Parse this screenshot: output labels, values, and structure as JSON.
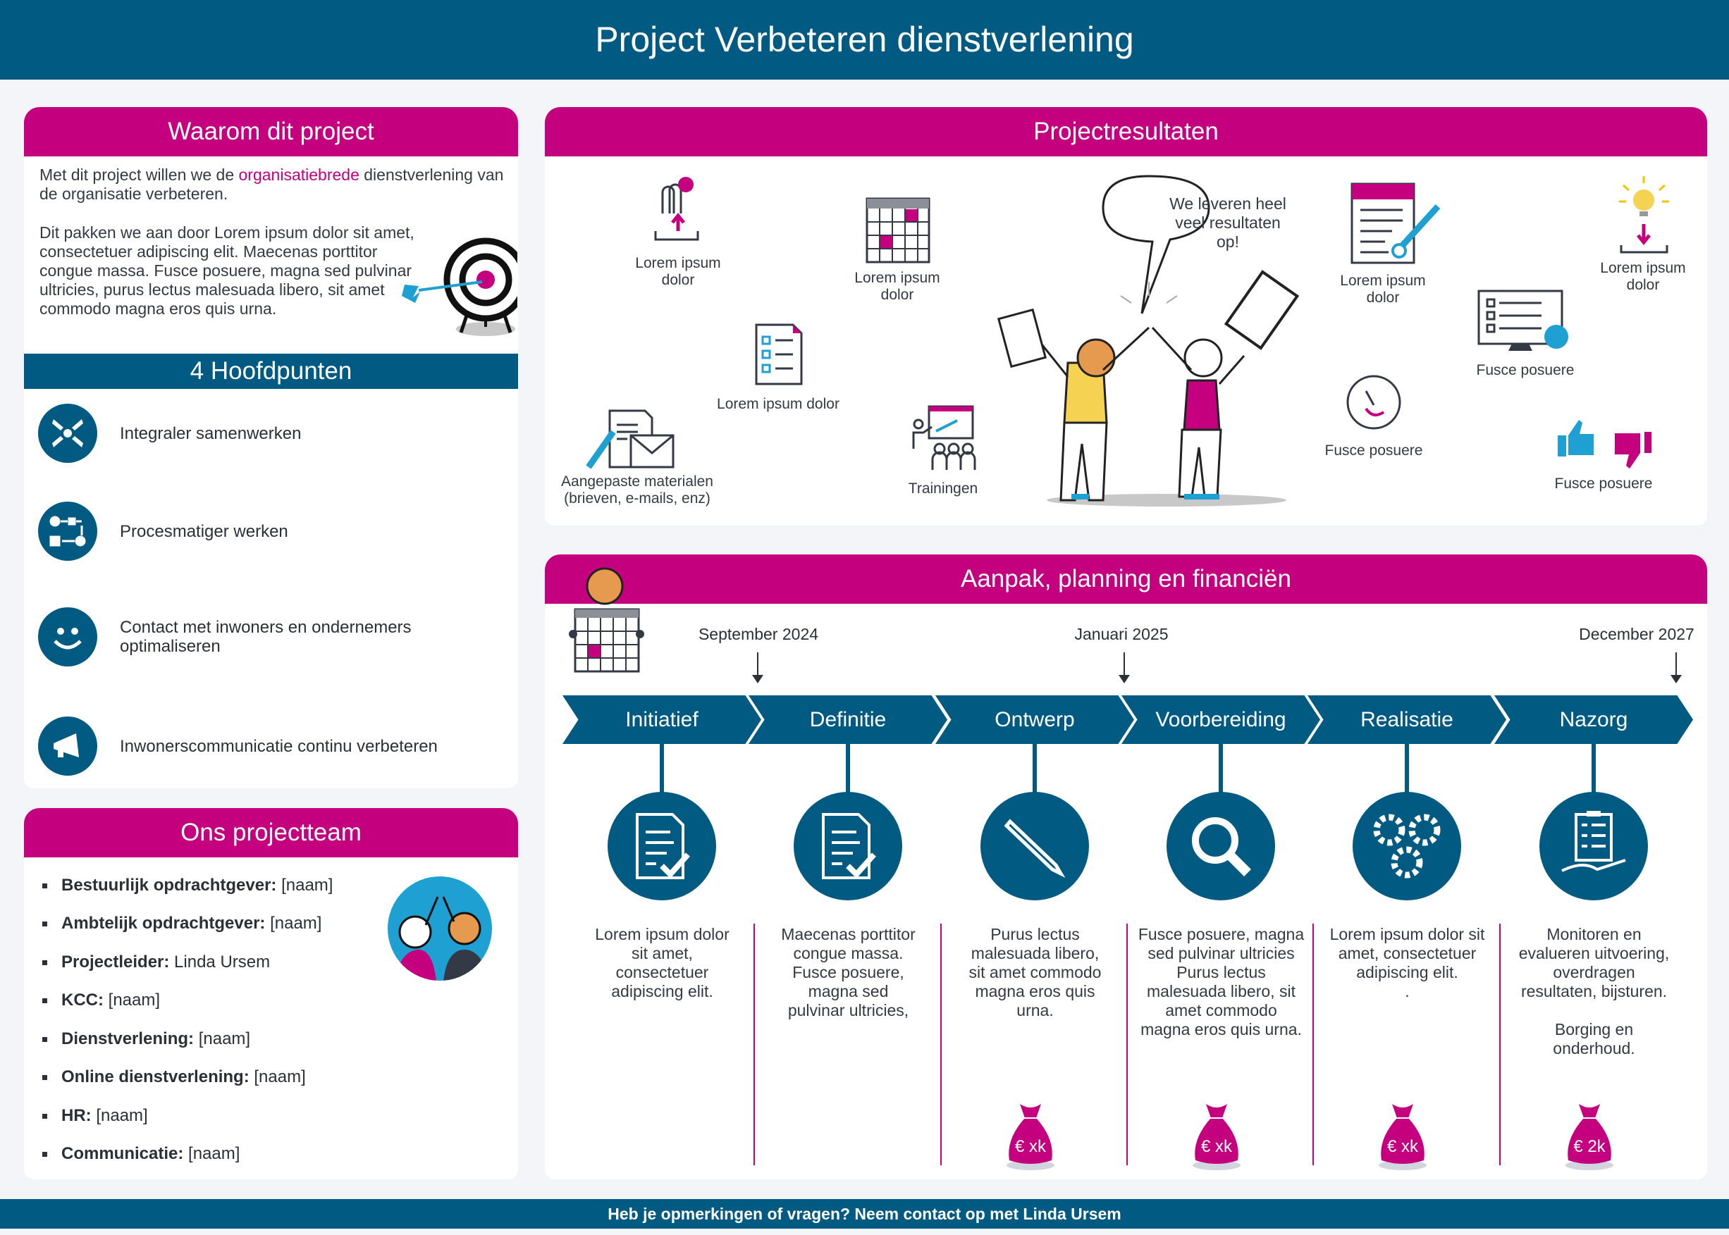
{
  "title": "Project Verbeteren dienstverlening",
  "colors": {
    "primary": "#005a82",
    "accent": "#c4007f",
    "light_blue": "#1ea0d2",
    "yellow": "#f5d251"
  },
  "waarom": {
    "title": "Waarom dit project",
    "intro_before": "Met dit project willen we de ",
    "intro_highlight": "organisatiebrede",
    "intro_after": " dienstverlening van de organisatie verbeteren.",
    "body": "Dit pakken we aan door Lorem ipsum dolor sit amet, consectetuer adipiscing elit. Maecenas porttitor congue massa. Fusce posuere, magna sed pulvinar ultricies, purus lectus malesuada libero, sit amet commodo magna eros quis urna."
  },
  "hoofdpunten": {
    "title": "4 Hoofdpunten",
    "items": [
      {
        "label": "Integraler samenwerken",
        "icon": "hands-icon"
      },
      {
        "label": "Procesmatiger werken",
        "icon": "process-icon"
      },
      {
        "label": "Contact met inwoners en ondernemers optimaliseren",
        "icon": "smiley-icon"
      },
      {
        "label": "Inwonerscommunicatie continu verbeteren",
        "icon": "megaphone-icon"
      }
    ]
  },
  "team": {
    "title": "Ons projectteam",
    "members": [
      {
        "role": "Bestuurlijk opdrachtgever:",
        "name": " [naam]"
      },
      {
        "role": "Ambtelijk opdrachtgever:",
        "name": " [naam]"
      },
      {
        "role": "Projectleider:",
        "name": " Linda Ursem"
      },
      {
        "role": "KCC:",
        "name": " [naam]"
      },
      {
        "role": "Dienstverlening:",
        "name": " [naam]"
      },
      {
        "role": "Online dienstverlening:",
        "name": " [naam]"
      },
      {
        "role": "HR:",
        "name": " [naam]"
      },
      {
        "role": "Communicatie:",
        "name": " [naam]"
      }
    ]
  },
  "resultaten": {
    "title": "Projectresultaten",
    "speech": "We leveren heel veel resultaten op!",
    "items": [
      {
        "label": "Lorem ipsum\ndolor",
        "icon": "people-upload-icon"
      },
      {
        "label": "Lorem ipsum\ndolor",
        "icon": "calendar-icon"
      },
      {
        "label": "Lorem ipsum dolor",
        "icon": "checklist-document-icon"
      },
      {
        "label": "Aangepaste materialen\n(brieven, e-mails, enz)",
        "icon": "materials-icon"
      },
      {
        "label": "Trainingen",
        "icon": "training-icon"
      },
      {
        "label": "Lorem ipsum\ndolor",
        "icon": "code-document-icon"
      },
      {
        "label": "Lorem ipsum\ndolor",
        "icon": "lightbulb-icon"
      },
      {
        "label": "Fusce posuere",
        "icon": "monitor-help-icon"
      },
      {
        "label": "Fusce posuere",
        "icon": "clock-icon"
      },
      {
        "label": "Fusce posuere",
        "icon": "thumbs-icon"
      }
    ]
  },
  "aanpak": {
    "title": "Aanpak, planning en financiën",
    "dates": [
      "September 2024",
      "Januari 2025",
      "December 2027"
    ],
    "phases": [
      {
        "name": "Initiatief",
        "icon": "document-check-icon",
        "text": "Lorem ipsum dolor\nsit amet,\nconsectetuer\nadipiscing elit.",
        "budget": null
      },
      {
        "name": "Definitie",
        "icon": "document-check-icon",
        "text": "Maecenas porttitor\ncongue massa.\nFusce posuere,\nmagna sed\npulvinar ultricies,",
        "budget": null
      },
      {
        "name": "Ontwerp",
        "icon": "pencil-icon",
        "text": "Purus lectus\nmalesuada libero,\nsit amet commodo\nmagna eros quis\nurna.",
        "budget": "€ xk"
      },
      {
        "name": "Voorbereiding",
        "icon": "magnifier-icon",
        "text": "Fusce posuere, magna\nsed pulvinar ultricies\nPurus lectus\nmalesuada libero, sit\namet commodo\nmagna eros quis urna.",
        "budget": "€ xk"
      },
      {
        "name": "Realisatie",
        "icon": "gears-icon",
        "text": "Lorem ipsum dolor sit\namet, consectetuer\nadipiscing elit.\n.",
        "budget": "€ xk"
      },
      {
        "name": "Nazorg",
        "icon": "clipboard-hand-icon",
        "text": "Monitoren en\nevalueren uitvoering,\noverdragen\nresultaten, bijsturen.\n\nBorging en\nonderhoud.",
        "budget": "€ 2k"
      }
    ]
  },
  "footer": "Heb je opmerkingen of vragen? Neem contact op met Linda Ursem"
}
